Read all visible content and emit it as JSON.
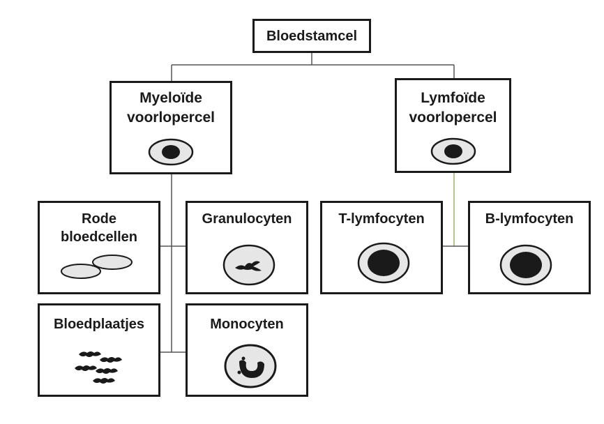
{
  "diagram": {
    "root": {
      "label": "Bloedstamcel"
    },
    "myeloid": {
      "label_line1": "Myeloïde",
      "label_line2": "voorlopercel",
      "icon": "progenitor-cell-icon"
    },
    "lymphoid": {
      "label_line1": "Lymfoïde",
      "label_line2": "voorlopercel",
      "icon": "progenitor-cell-icon"
    },
    "red_blood_cells": {
      "label_line1": "Rode",
      "label_line2": "bloedcellen",
      "icon": "red-blood-cells-icon"
    },
    "granulocytes": {
      "label": "Granulocyten",
      "icon": "granulocyte-icon"
    },
    "platelets": {
      "label": "Bloedplaatjes",
      "icon": "platelets-icon"
    },
    "monocytes": {
      "label": "Monocyten",
      "icon": "monocyte-icon"
    },
    "t_lymphocytes": {
      "label": "T-lymfocyten",
      "icon": "lymphocyte-icon"
    },
    "b_lymphocytes": {
      "label": "B-lymfocyten",
      "icon": "lymphocyte-icon"
    },
    "colors": {
      "border": "#1a1a1a",
      "cell_fill": "#e6e6e6",
      "nucleus": "#1a1a1a",
      "connector": "#555555"
    }
  }
}
